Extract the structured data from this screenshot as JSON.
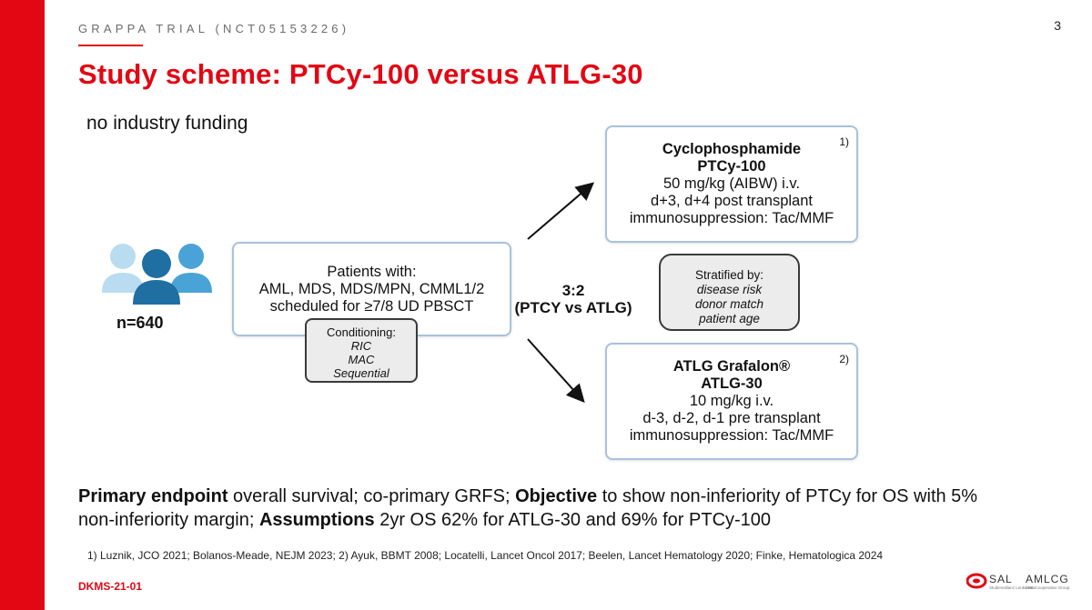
{
  "header": {
    "kicker": "GRAPPA TRIAL (NCT05153226)",
    "title": "Study scheme: PTCy-100 versus ATLG-30",
    "page_number": "3",
    "accent_color": "#e30613"
  },
  "funding_note": "no industry funding",
  "diagram": {
    "population_label": "n=640",
    "patients": {
      "line1": "Patients with:",
      "line2": "AML, MDS, MDS/MPN, CMML1/2",
      "line3": "scheduled for ≥7/8 UD PBSCT"
    },
    "conditioning": {
      "title": "Conditioning:",
      "items": [
        "RIC",
        "MAC",
        "Sequential"
      ]
    },
    "randomization": {
      "ratio": "3:2",
      "arms_label": "(PTCY vs ATLG)"
    },
    "arm_ptcy": {
      "ref": "1)",
      "name": "Cyclophosphamide",
      "code": "PTCy-100",
      "dose": "50 mg/kg (AIBW)  i.v.",
      "timing": "d+3, d+4 post transplant",
      "immuno": "immunosuppression: Tac/MMF"
    },
    "arm_atlg": {
      "ref": "2)",
      "name": "ATLG Grafalon®",
      "code": "ATLG-30",
      "dose": "10 mg/kg i.v.",
      "timing": "d-3, d-2, d-1 pre transplant",
      "immuno": "immunosuppression: Tac/MMF"
    },
    "stratification": {
      "title": "Stratified by:",
      "items": [
        "disease risk",
        "donor match",
        "patient age"
      ]
    },
    "icon_colors": [
      "#b9dcf0",
      "#1f6fa3",
      "#4aa3d6"
    ]
  },
  "endpoint": {
    "primary_label": "Primary endpoint",
    "primary_text": " overall survival; co-primary GRFS; ",
    "objective_label": "Objective",
    "objective_text": " to show non-inferiority of PTCy for OS with 5% non-inferiority margin; ",
    "assumptions_label": "Assumptions",
    "assumptions_text": " 2yr OS 62% for ATLG-30 and 69% for PTCy-100"
  },
  "references": "1) Luznik, JCO 2021; Bolanos-Meade, NEJM 2023; 2) Ayuk, BBMT 2008; Locatelli, Lancet Oncol 2017; Beelen, Lancet Hematology 2020; Finke, Hematologica 2024",
  "footer": {
    "code": "DKMS-21-01",
    "logo_sal": "SAL",
    "logo_sal_sub": "Studienallianz Leukämien",
    "logo_amlcg": "AMLCG",
    "logo_amlcg_sub": "AML Cooperative Group"
  }
}
